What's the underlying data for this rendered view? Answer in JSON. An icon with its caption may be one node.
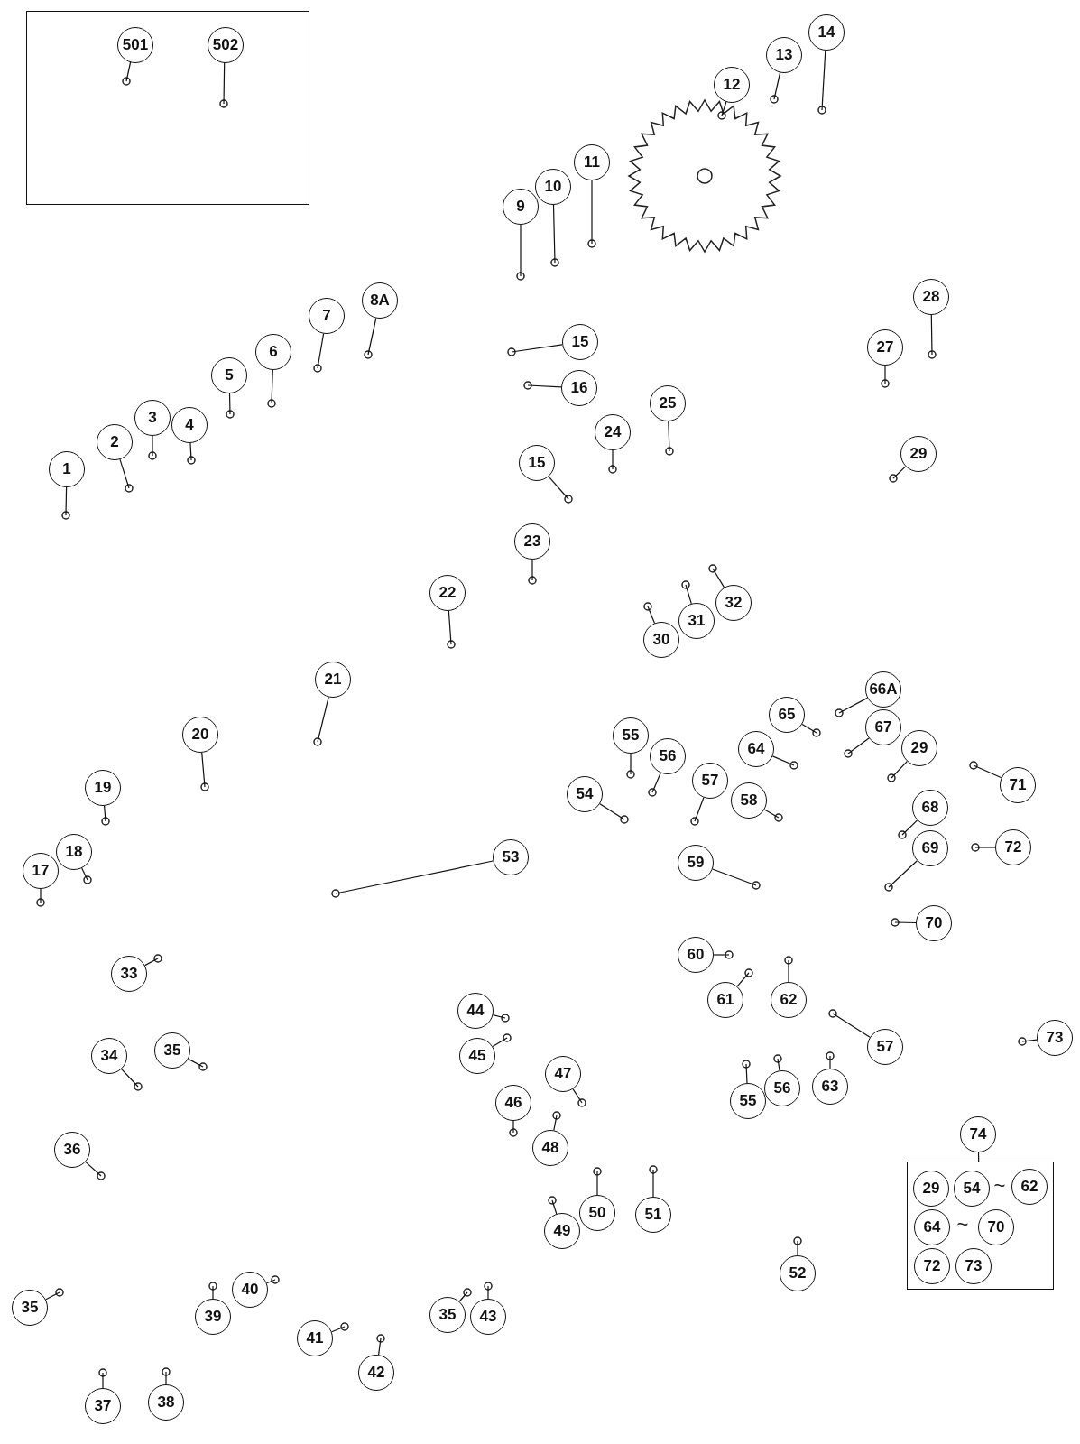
{
  "diagram": {
    "nodes": [
      {
        "text": [],
        "shape": "box"
      },
      {
        "text": [
          "501"
        ],
        "in": 0
      },
      {
        "text": [
          "502"
        ],
        "in": 0
      },
      {
        "text": [
          "14"
        ]
      },
      {
        "text": [
          "13"
        ]
      },
      {
        "text": [
          "12"
        ]
      },
      {
        "text": [
          "11"
        ]
      },
      {
        "text": [
          "10"
        ]
      },
      {
        "text": [
          "9"
        ]
      },
      {
        "text": [
          "8A"
        ]
      },
      {
        "text": [
          "7"
        ]
      },
      {
        "text": [
          "28"
        ]
      },
      {
        "text": [
          "27"
        ]
      },
      {
        "text": [
          "15"
        ]
      },
      {
        "text": [
          "16"
        ]
      },
      {
        "text": [
          "6"
        ]
      },
      {
        "text": [
          "5"
        ]
      },
      {
        "text": [
          "3"
        ]
      },
      {
        "text": [
          "4"
        ]
      },
      {
        "text": [
          "2"
        ]
      },
      {
        "text": [
          "25"
        ]
      },
      {
        "text": [
          "24"
        ]
      },
      {
        "text": [
          "29"
        ]
      },
      {
        "text": [
          "1"
        ]
      },
      {
        "text": [
          "15"
        ]
      },
      {
        "text": [
          "23"
        ]
      },
      {
        "text": [
          "22"
        ]
      },
      {
        "text": [
          "32"
        ]
      },
      {
        "text": [
          "31"
        ]
      },
      {
        "text": [
          "30"
        ]
      },
      {
        "text": [
          "21"
        ]
      },
      {
        "text": [
          "20"
        ]
      },
      {
        "text": [
          "66A"
        ]
      },
      {
        "text": [
          "65"
        ]
      },
      {
        "text": [
          "67"
        ]
      },
      {
        "text": [
          "55"
        ]
      },
      {
        "text": [
          "56"
        ]
      },
      {
        "text": [
          "64"
        ]
      },
      {
        "text": [
          "29"
        ]
      },
      {
        "text": [
          "71"
        ]
      },
      {
        "text": [
          "19"
        ]
      },
      {
        "text": [
          "57"
        ]
      },
      {
        "text": [
          "58"
        ]
      },
      {
        "text": [
          "54"
        ]
      },
      {
        "text": [
          "68"
        ]
      },
      {
        "text": [
          "72"
        ]
      },
      {
        "text": [
          "69"
        ]
      },
      {
        "text": [
          "18"
        ]
      },
      {
        "text": [
          "53"
        ]
      },
      {
        "text": [
          "59"
        ]
      },
      {
        "text": [
          "17"
        ]
      },
      {
        "text": [
          "70"
        ]
      },
      {
        "text": [
          "60"
        ]
      },
      {
        "text": [
          "33"
        ]
      },
      {
        "text": [
          "61"
        ]
      },
      {
        "text": [
          "62"
        ]
      },
      {
        "text": [
          "44"
        ]
      },
      {
        "text": [
          "57"
        ]
      },
      {
        "text": [
          "73"
        ]
      },
      {
        "text": [
          "45"
        ]
      },
      {
        "text": [
          "34"
        ]
      },
      {
        "text": [
          "35"
        ]
      },
      {
        "text": [
          "47"
        ]
      },
      {
        "text": [
          "46"
        ]
      },
      {
        "text": [
          "55"
        ]
      },
      {
        "text": [
          "56"
        ]
      },
      {
        "text": [
          "63"
        ]
      },
      {
        "text": [
          "48"
        ]
      },
      {
        "text": [
          "36"
        ]
      },
      {
        "text": [
          "74"
        ]
      },
      {
        "text": [],
        "shape": "box"
      },
      {
        "text": [
          "29"
        ],
        "in": 70
      },
      {
        "text": [
          "54"
        ],
        "in": 70
      },
      {
        "text": [
          "62"
        ],
        "in": 70
      },
      {
        "text": [
          "64"
        ],
        "in": 70
      },
      {
        "text": [
          "70"
        ],
        "in": 70
      },
      {
        "text": [
          "72"
        ],
        "in": 70
      },
      {
        "text": [
          "73"
        ],
        "in": 70
      },
      {
        "text": [
          "50"
        ]
      },
      {
        "text": [
          "49"
        ]
      },
      {
        "text": [
          "51"
        ]
      },
      {
        "text": [
          "52"
        ]
      },
      {
        "text": [
          "35"
        ]
      },
      {
        "text": [
          "39"
        ]
      },
      {
        "text": [
          "40"
        ]
      },
      {
        "text": [
          "35"
        ]
      },
      {
        "text": [
          "43"
        ]
      },
      {
        "text": [
          "41"
        ]
      },
      {
        "text": [
          "42"
        ]
      },
      {
        "text": [
          "37"
        ]
      },
      {
        "text": [
          "38"
        ]
      }
    ],
    "edges": [
      {
        "from": 1,
        "to": null,
        "arrow": "none"
      },
      {
        "from": 2,
        "to": null,
        "arrow": "none"
      },
      {
        "from": 3,
        "to": null,
        "arrow": "none"
      },
      {
        "from": 4,
        "to": null,
        "arrow": "none"
      },
      {
        "from": 5,
        "to": null,
        "arrow": "none"
      },
      {
        "from": 6,
        "to": null,
        "arrow": "none"
      },
      {
        "from": 7,
        "to": null,
        "arrow": "none"
      },
      {
        "from": 8,
        "to": null,
        "arrow": "none"
      },
      {
        "from": 9,
        "to": null,
        "arrow": "none"
      },
      {
        "from": 10,
        "to": null,
        "arrow": "none"
      },
      {
        "from": 11,
        "to": null,
        "arrow": "none"
      },
      {
        "from": 12,
        "to": null,
        "arrow": "none"
      },
      {
        "from": 13,
        "to": null,
        "arrow": "none"
      },
      {
        "from": 14,
        "to": null,
        "arrow": "none"
      },
      {
        "from": 15,
        "to": null,
        "arrow": "none"
      },
      {
        "from": 16,
        "to": null,
        "arrow": "none"
      },
      {
        "from": 17,
        "to": null,
        "arrow": "none"
      },
      {
        "from": 18,
        "to": null,
        "arrow": "none"
      },
      {
        "from": 19,
        "to": null,
        "arrow": "none"
      },
      {
        "from": 20,
        "to": null,
        "arrow": "none"
      },
      {
        "from": 21,
        "to": null,
        "arrow": "none"
      },
      {
        "from": 22,
        "to": null,
        "arrow": "none"
      },
      {
        "from": 23,
        "to": null,
        "arrow": "none"
      },
      {
        "from": 24,
        "to": null,
        "arrow": "none"
      },
      {
        "from": 25,
        "to": null,
        "arrow": "none"
      },
      {
        "from": 26,
        "to": null,
        "arrow": "none"
      },
      {
        "from": 27,
        "to": null,
        "arrow": "none"
      },
      {
        "from": 28,
        "to": null,
        "arrow": "none"
      },
      {
        "from": 29,
        "to": null,
        "arrow": "none"
      },
      {
        "from": 30,
        "to": null,
        "arrow": "none"
      },
      {
        "from": 31,
        "to": null,
        "arrow": "none"
      },
      {
        "from": 32,
        "to": null,
        "arrow": "none"
      },
      {
        "from": 33,
        "to": null,
        "arrow": "none"
      },
      {
        "from": 34,
        "to": null,
        "arrow": "none"
      },
      {
        "from": 35,
        "to": null,
        "arrow": "none"
      },
      {
        "from": 36,
        "to": null,
        "arrow": "none"
      },
      {
        "from": 37,
        "to": null,
        "arrow": "none"
      },
      {
        "from": 38,
        "to": null,
        "arrow": "none"
      },
      {
        "from": 39,
        "to": null,
        "arrow": "none"
      },
      {
        "from": 40,
        "to": null,
        "arrow": "none"
      },
      {
        "from": 41,
        "to": null,
        "arrow": "none"
      },
      {
        "from": 42,
        "to": null,
        "arrow": "none"
      },
      {
        "from": 43,
        "to": null,
        "arrow": "none"
      },
      {
        "from": 44,
        "to": null,
        "arrow": "none"
      },
      {
        "from": 45,
        "to": null,
        "arrow": "none"
      },
      {
        "from": 46,
        "to": null,
        "arrow": "none"
      },
      {
        "from": 47,
        "to": null,
        "arrow": "none"
      },
      {
        "from": 48,
        "to": null,
        "arrow": "none"
      },
      {
        "from": 49,
        "to": null,
        "arrow": "none"
      },
      {
        "from": 50,
        "to": null,
        "arrow": "none"
      },
      {
        "from": 51,
        "to": null,
        "arrow": "none"
      },
      {
        "from": 52,
        "to": null,
        "arrow": "none"
      },
      {
        "from": 53,
        "to": null,
        "arrow": "none"
      },
      {
        "from": 54,
        "to": null,
        "arrow": "none"
      },
      {
        "from": 55,
        "to": null,
        "arrow": "none"
      },
      {
        "from": 56,
        "to": null,
        "arrow": "none"
      },
      {
        "from": 57,
        "to": null,
        "arrow": "none"
      },
      {
        "from": 58,
        "to": null,
        "arrow": "none"
      },
      {
        "from": 59,
        "to": null,
        "arrow": "none"
      },
      {
        "from": 60,
        "to": null,
        "arrow": "none"
      },
      {
        "from": 61,
        "to": null,
        "arrow": "none"
      },
      {
        "from": 62,
        "to": null,
        "arrow": "none"
      },
      {
        "from": 63,
        "to": null,
        "arrow": "none"
      },
      {
        "from": 64,
        "to": null,
        "arrow": "none"
      },
      {
        "from": 65,
        "to": null,
        "arrow": "none"
      },
      {
        "from": 66,
        "to": null,
        "arrow": "none"
      },
      {
        "from": 67,
        "to": null,
        "arrow": "none"
      },
      {
        "from": 68,
        "to": null,
        "arrow": "none"
      },
      {
        "from": 69,
        "to": 70,
        "arrow": "none"
      },
      {
        "from": 78,
        "to": null,
        "arrow": "none"
      },
      {
        "from": 79,
        "to": null,
        "arrow": "none"
      },
      {
        "from": 80,
        "to": null,
        "arrow": "none"
      },
      {
        "from": 81,
        "to": null,
        "arrow": "none"
      },
      {
        "from": 82,
        "to": null,
        "arrow": "none"
      },
      {
        "from": 83,
        "to": null,
        "arrow": "none"
      },
      {
        "from": 84,
        "to": null,
        "arrow": "none"
      },
      {
        "from": 85,
        "to": null,
        "arrow": "none"
      },
      {
        "from": 86,
        "to": null,
        "arrow": "none"
      },
      {
        "from": 87,
        "to": null,
        "arrow": "none"
      },
      {
        "from": 88,
        "to": null,
        "arrow": "none"
      },
      {
        "from": 89,
        "to": null,
        "arrow": "none"
      },
      {
        "from": 90,
        "to": null,
        "arrow": "none"
      }
    ],
    "labels": [
      "~",
      "~"
    ]
  }
}
